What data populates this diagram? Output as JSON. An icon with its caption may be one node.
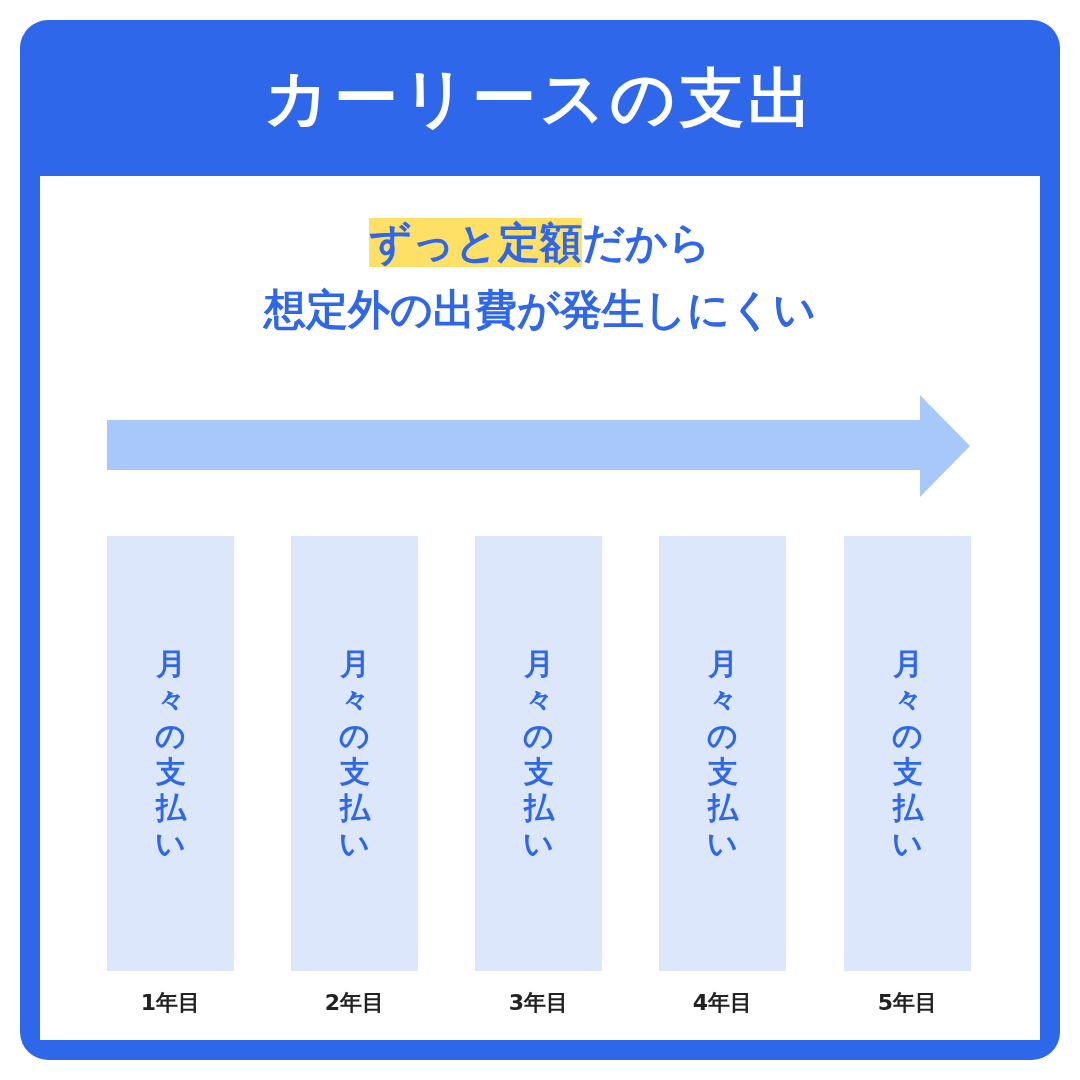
{
  "diagram": {
    "title": "カーリースの支出",
    "nodes": [
      {
        "text": [
          "月々の支払い"
        ],
        "beside": [
          "1年目"
        ]
      },
      {
        "text": [
          "月々の支払い"
        ],
        "beside": [
          "2年目"
        ]
      },
      {
        "text": [
          "月々の支払い"
        ],
        "beside": [
          "3年目"
        ]
      },
      {
        "text": [
          "月々の支払い"
        ],
        "beside": [
          "4年目"
        ]
      },
      {
        "text": [
          "月々の支払い"
        ],
        "beside": [
          "5年目"
        ]
      }
    ],
    "edges": [],
    "labels": [
      "**ずっと定額**だから",
      "想定外の出費が発生しにくい"
    ]
  }
}
